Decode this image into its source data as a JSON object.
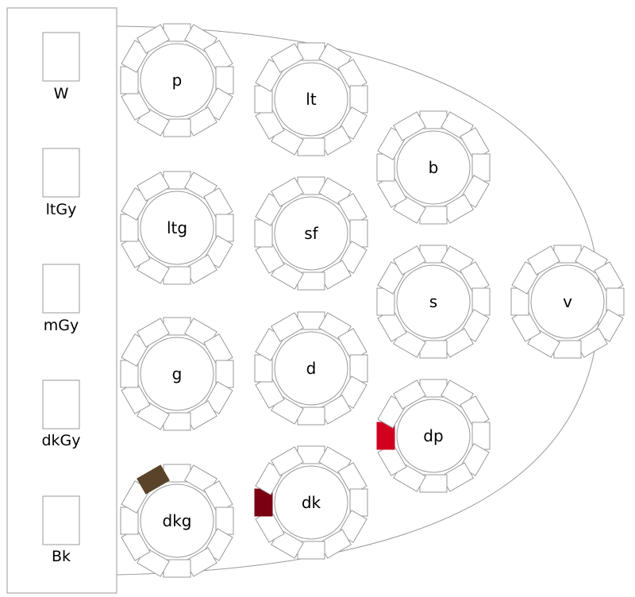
{
  "colors": {
    "stroke": "#999999",
    "background": "#ffffff",
    "text": "#000000"
  },
  "side_panel": {
    "items": [
      {
        "label": "W"
      },
      {
        "label": "ltGy"
      },
      {
        "label": "mGy"
      },
      {
        "label": "dkGy"
      },
      {
        "label": "Bk"
      }
    ]
  },
  "tables": [
    {
      "label": "p",
      "highlight": null
    },
    {
      "label": "lt",
      "highlight": null
    },
    {
      "label": "ltg",
      "highlight": null
    },
    {
      "label": "sf",
      "highlight": null
    },
    {
      "label": "b",
      "highlight": null
    },
    {
      "label": "s",
      "highlight": null
    },
    {
      "label": "v",
      "highlight": null
    },
    {
      "label": "g",
      "highlight": null
    },
    {
      "label": "d",
      "highlight": null
    },
    {
      "label": "dp",
      "highlight": {
        "seat": 9,
        "color": "#d2001f"
      }
    },
    {
      "label": "dkg",
      "highlight": {
        "seat": 11,
        "color": "#5a4429"
      }
    },
    {
      "label": "dk",
      "highlight": {
        "seat": 9,
        "color": "#7a0012"
      }
    }
  ]
}
